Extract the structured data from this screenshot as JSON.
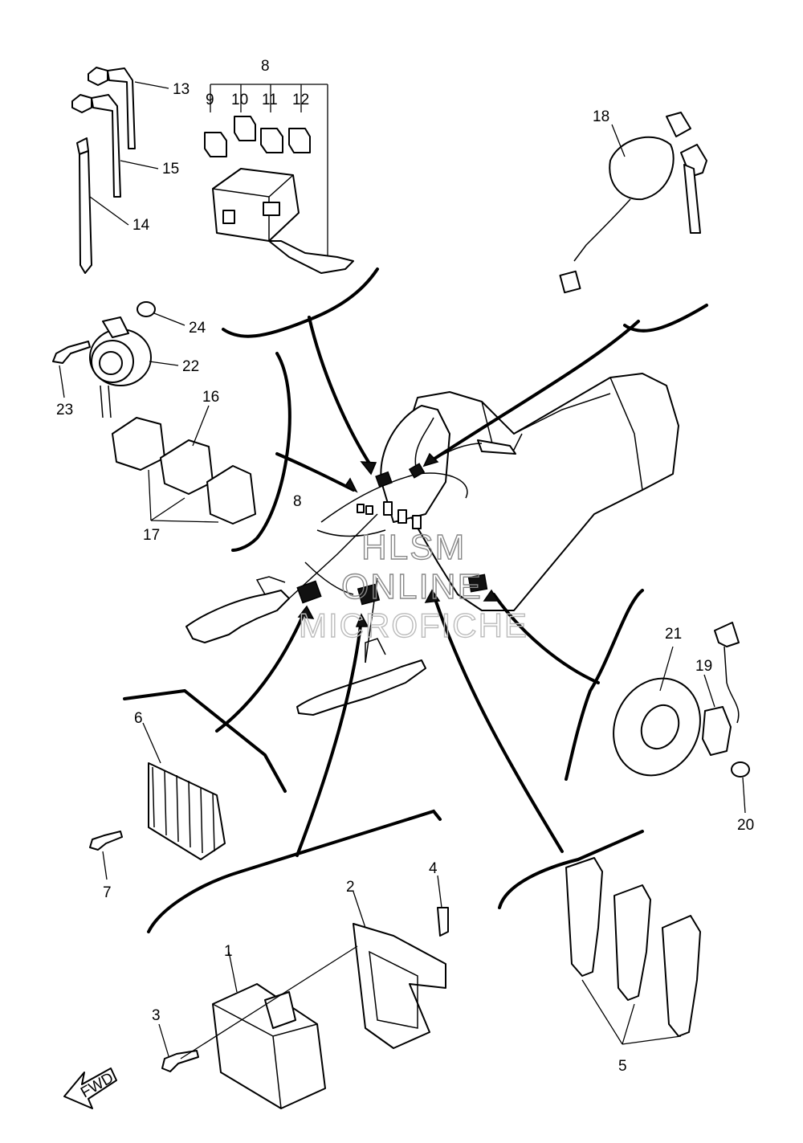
{
  "watermark": {
    "line1": "HLSM",
    "line2": "ONLINE",
    "line3": "MICROFICHE"
  },
  "direction_label": "FWD",
  "callouts": {
    "c1": "1",
    "c2": "2",
    "c3": "3",
    "c4": "4",
    "c5": "5",
    "c6": "6",
    "c7": "7",
    "c8": "8",
    "c8b": "8",
    "c9": "9",
    "c10": "10",
    "c11": "11",
    "c12": "12",
    "c13": "13",
    "c14": "14",
    "c15": "15",
    "c16": "16",
    "c17": "17",
    "c18": "18",
    "c19": "19",
    "c20": "20",
    "c21": "21",
    "c22": "22",
    "c23": "23",
    "c24": "24"
  }
}
